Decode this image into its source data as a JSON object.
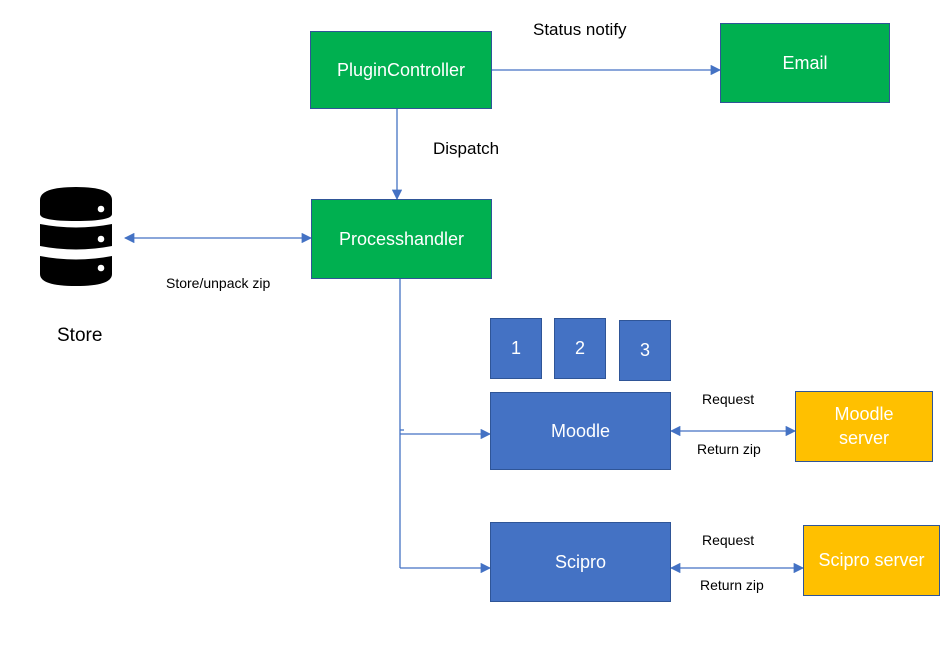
{
  "nodes": {
    "plugin_controller": "PluginController",
    "email": "Email",
    "processhandler": "Processhandler",
    "store": "Store",
    "worker_1": "1",
    "worker_2": "2",
    "worker_3": "3",
    "moodle": "Moodle",
    "moodle_server_line1": "Moodle",
    "moodle_server_line2": "server",
    "scipro": "Scipro",
    "scipro_server": "Scipro server"
  },
  "edges": {
    "status_notify": "Status notify",
    "dispatch": "Dispatch",
    "store_unpack": "Store/unpack zip",
    "moodle_request": "Request",
    "moodle_return": "Return zip",
    "scipro_request": "Request",
    "scipro_return": "Return zip"
  },
  "icons": {
    "store": "database-icon"
  },
  "colors": {
    "green": "#00b050",
    "blue": "#4472c4",
    "gold": "#ffc000",
    "connector": "#4472c4"
  }
}
